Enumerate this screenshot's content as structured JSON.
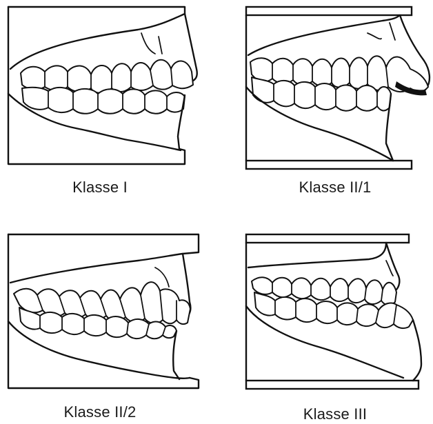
{
  "panels": [
    {
      "id": "klasse-1",
      "caption": "Klasse I"
    },
    {
      "id": "klasse-2-1",
      "caption": "Klasse II/1"
    },
    {
      "id": "klasse-2-2",
      "caption": "Klasse II/2"
    },
    {
      "id": "klasse-3",
      "caption": "Klasse III"
    }
  ],
  "colors": {
    "line": "#111111",
    "background": "#ffffff"
  }
}
